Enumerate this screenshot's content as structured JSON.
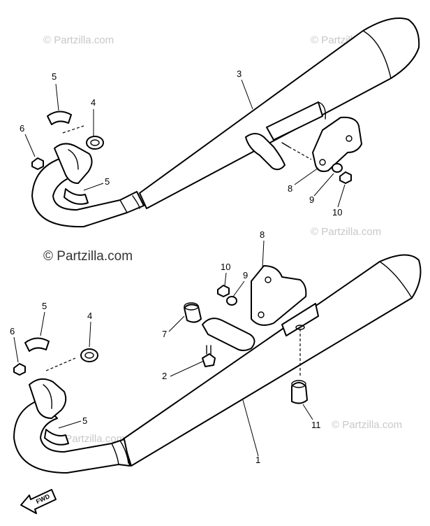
{
  "watermarks": {
    "faint": "© Partzilla.com",
    "bold": "© Partzilla.com"
  },
  "callouts": {
    "top": {
      "c3": "3",
      "c4": "4",
      "c5a": "5",
      "c5b": "5",
      "c6": "6",
      "c8": "8",
      "c9": "9",
      "c10": "10"
    },
    "bottom": {
      "c1": "1",
      "c2": "2",
      "c4": "4",
      "c5a": "5",
      "c5b": "5",
      "c6": "6",
      "c7": "7",
      "c8": "8",
      "c9": "9",
      "c10": "10",
      "c11": "11"
    }
  },
  "fwd_label": "FWD",
  "colors": {
    "ink": "#000000",
    "watermark": "#c8c8c8",
    "watermark_strong": "#333333"
  }
}
